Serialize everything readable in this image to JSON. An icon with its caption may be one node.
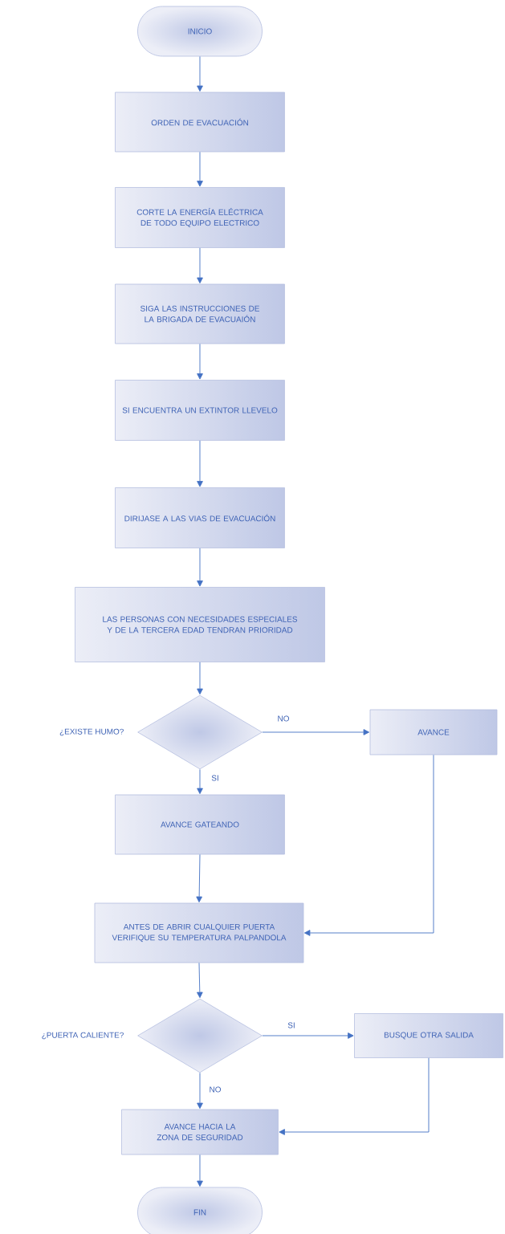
{
  "diagram": {
    "nodes": [
      {
        "text": [
          "INICIO"
        ]
      },
      {
        "text": [
          "ORDEN DE EVACUACIÓN"
        ]
      },
      {
        "text": [
          "CORTE LA ENERGÍA ELÉCTRICA DE TODO EQUIPO ELECTRICO"
        ]
      },
      {
        "text": [
          "SIGA LAS INSTRUCCIONES DE LA BRIGADA DE EVACUAIÓN"
        ]
      },
      {
        "text": [
          "SI ENCUENTRA UN EXTINTOR LLEVELO"
        ]
      },
      {
        "text": [
          "DIRIJASE A LAS VIAS DE EVACUACIÓN"
        ]
      },
      {
        "text": [
          "LAS PERSONAS CON NECESIDADES ESPECIALES Y DE LA TERCERA EDAD TENDRAN PRIORIDAD"
        ]
      },
      {
        "text": [
          "¿EXISTE HUMO?"
        ]
      },
      {
        "text": [
          "AVANCE"
        ]
      },
      {
        "text": [
          "AVANCE GATEANDO"
        ]
      },
      {
        "text": [
          "ANTES DE ABRIR CUALQUIER PUERTA VERIFIQUE SU TEMPERATURA PALPANDOLA"
        ]
      },
      {
        "text": [
          "¿PUERTA CALIENTE?"
        ]
      },
      {
        "text": [
          "BUSQUE OTRA SALIDA"
        ]
      },
      {
        "text": [
          "AVANCE HACIA LA ZONA DE SEGURIDAD"
        ]
      },
      {
        "text": [
          "FIN"
        ]
      }
    ],
    "edges": [
      {
        "from": 0,
        "to": 1,
        "arrow": "to"
      },
      {
        "from": 1,
        "to": 2,
        "arrow": "to"
      },
      {
        "from": 2,
        "to": 3,
        "arrow": "to"
      },
      {
        "from": 3,
        "to": 4,
        "arrow": "to"
      },
      {
        "from": 4,
        "to": 5,
        "arrow": "to"
      },
      {
        "from": 5,
        "to": 6,
        "arrow": "to"
      },
      {
        "from": 6,
        "to": 7,
        "arrow": "to"
      },
      {
        "from": 7,
        "to": 8,
        "arrow": "to",
        "label": "NO"
      },
      {
        "from": 7,
        "to": 9,
        "arrow": "to",
        "label": "SI"
      },
      {
        "from": 8,
        "to": 10,
        "arrow": "to"
      },
      {
        "from": 9,
        "to": 10,
        "arrow": "to"
      },
      {
        "from": 10,
        "to": 11,
        "arrow": "to"
      },
      {
        "from": 11,
        "to": 12,
        "arrow": "to",
        "label": "SI"
      },
      {
        "from": 11,
        "to": 13,
        "arrow": "to",
        "label": "NO"
      },
      {
        "from": 12,
        "to": 13,
        "arrow": "to"
      },
      {
        "from": 13,
        "to": 14,
        "arrow": "to"
      }
    ]
  }
}
